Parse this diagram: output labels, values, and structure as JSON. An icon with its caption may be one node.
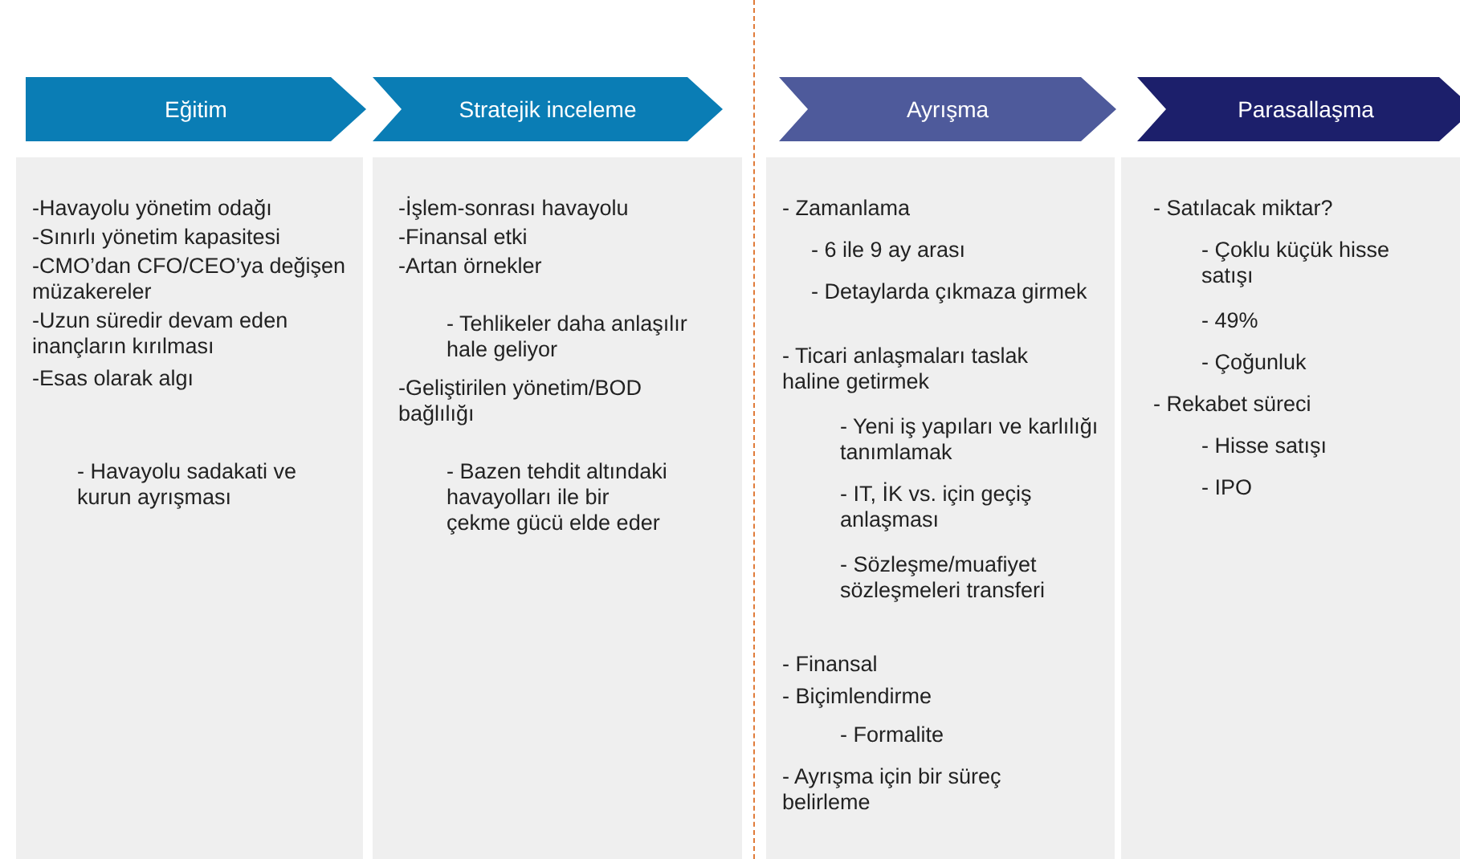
{
  "diagram": {
    "nodes": [
      {
        "text": [
          "Eğitim"
        ]
      },
      {
        "text": [
          "Stratejik inceleme"
        ]
      },
      {
        "text": [
          "Ayrışma"
        ]
      },
      {
        "text": [
          "Parasallaşma"
        ]
      },
      {
        "text": [
          "-Havayolu yönetim odağı",
          "-Sınırlı yönetim kapasitesi",
          "-CMO’dan CFO/CEO’ya değişen müzakereler",
          "-Uzun süredir devam eden inançların kırılması",
          "-Esas olarak algı",
          "- Havayolu sadakati ve kurun ayrışması"
        ]
      },
      {
        "text": [
          "-İşlem-sonrası havayolu",
          "-Finansal etki",
          "-Artan örnekler",
          "- Tehlikeler daha anlaşılır hale geliyor",
          "-Geliştirilen yönetim/BOD bağlılığı",
          "- Bazen tehdit altındaki havayolları ile bir çekme gücü elde eder"
        ]
      },
      {
        "text": [
          "- Zamanlama",
          "- 6 ile 9 ay arası",
          "- Detaylarda çıkmaza girmek",
          "- Ticari anlaşmaları taslak haline getirmek",
          "- Yeni iş yapıları ve karlılığı tanımlamak",
          "- IT, İK vs. için geçiş anlaşması",
          "- Sözleşme/muafiyet sözleşmeleri transferi",
          "- Finansal",
          "- Biçimlendirme",
          "- Formalite",
          "- Ayrışma için bir süreç belirleme"
        ]
      },
      {
        "text": [
          "- Satılacak miktar?",
          "- Çoklu küçük hisse satışı",
          "- 49%",
          "- Çoğunluk",
          "- Rekabet süreci",
          "- Hisse satışı",
          "- IPO"
        ]
      }
    ],
    "edges": []
  }
}
